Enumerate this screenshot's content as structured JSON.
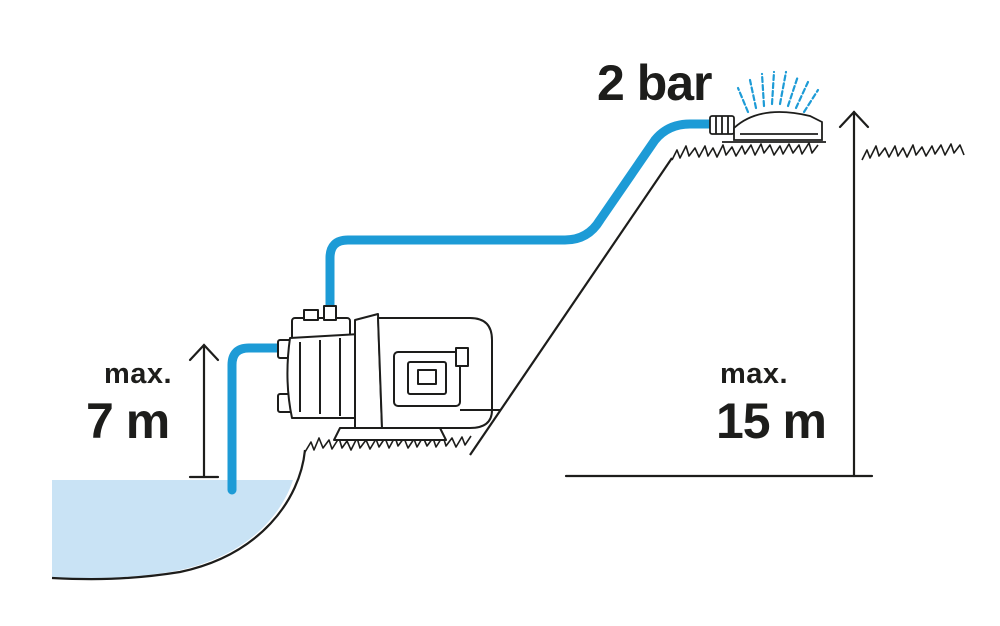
{
  "labels": {
    "pressure": "2 bar",
    "suction_max": "max.",
    "suction_value": "7 m",
    "head_max": "max.",
    "head_value": "15 m"
  },
  "colors": {
    "hose": "#1d9bd6",
    "water": "#c9e3f5",
    "line": "#1d1d1b",
    "pump_body": "#ffffff"
  },
  "icons": [
    "garden-pump-icon",
    "sprinkler-icon",
    "grass-icon",
    "arrow-up-icon"
  ]
}
